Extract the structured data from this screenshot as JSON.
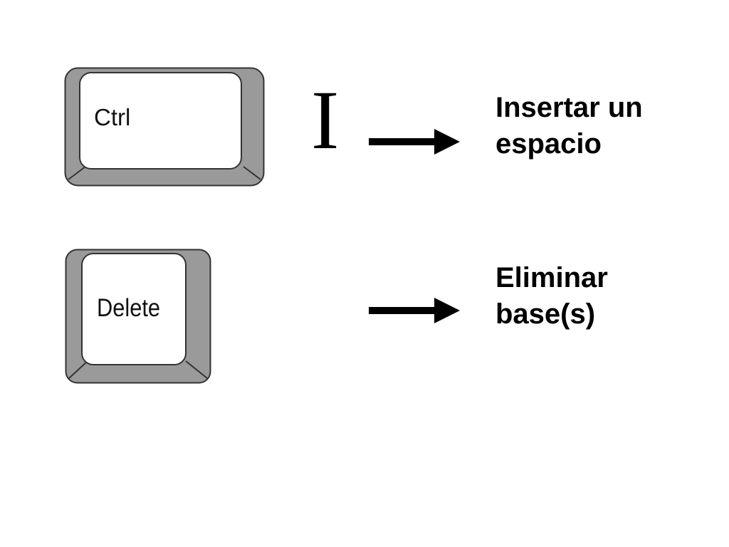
{
  "rows": [
    {
      "key_label": "Ctrl",
      "modifier_letter": "I",
      "action_lines": [
        "Insertar un",
        "espacio"
      ]
    },
    {
      "key_label": "Delete",
      "action_lines": [
        "Eliminar",
        "base(s)"
      ]
    }
  ],
  "colors": {
    "key_frame": "#9a9a9a",
    "key_face": "#ffffff",
    "outline": "#333333",
    "arrow": "#000000"
  }
}
